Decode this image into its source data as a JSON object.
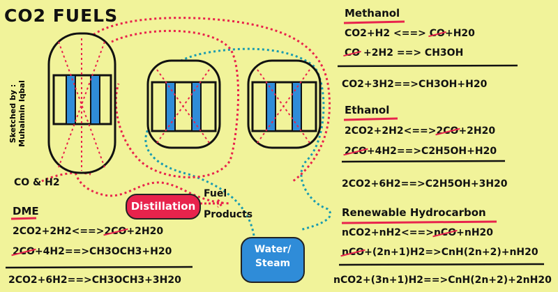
{
  "title": "CO2 FUELS",
  "credit": {
    "line1": "Sketched by :",
    "line2": "Muhaimin Iqbal"
  },
  "labels": {
    "co_h2": "CO & H2",
    "distillation": "Distillation",
    "fuel": "Fuel",
    "products": "Products",
    "water_line1": "Water/",
    "water_line2": "Steam"
  },
  "sections": {
    "methanol": {
      "heading": "Methanol",
      "eq1": {
        "a": "CO2+H2 <==> ",
        "s": "CO",
        "b": "+H20"
      },
      "eq2": {
        "s": "CO",
        "b": " +2H2 ==> CH3OH"
      },
      "net": "CO2+3H2==>CH3OH+H20"
    },
    "ethanol": {
      "heading": "Ethanol",
      "eq1": {
        "a": "2CO2+2H2<==>",
        "s": "2CO",
        "b": "+2H20"
      },
      "eq2": {
        "s": "2CO",
        "b": "+4H2==>C2H5OH+H20"
      },
      "net": "2CO2+6H2==>C2H5OH+3H20"
    },
    "hydrocarbon": {
      "heading": "Renewable Hydrocarbon",
      "eq1": {
        "a": "nCO2+nH2<==>",
        "s": "nCO",
        "b": "+nH20"
      },
      "eq2": {
        "s": "nCO",
        "b": "+(2n+1)H2=>CnH(2n+2)+nH20"
      },
      "net": "nCO2+(3n+1)H2==>CnH(2n+2)+2nH20"
    },
    "dme": {
      "heading": "DME",
      "eq1": {
        "a": "2CO2+2H2<==>",
        "s": "2CO",
        "b": "+2H20"
      },
      "eq2": {
        "s": "2CO",
        "b": "+4H2==>CH3OCH3+H20"
      },
      "net": "2CO2+6H2==>CH3OCH3+3H20"
    }
  },
  "colors": {
    "background": "#F1F39A",
    "red_line": "#E8234C",
    "teal_line": "#1A9BB0",
    "reactor_blue": "#2F8CD8"
  }
}
